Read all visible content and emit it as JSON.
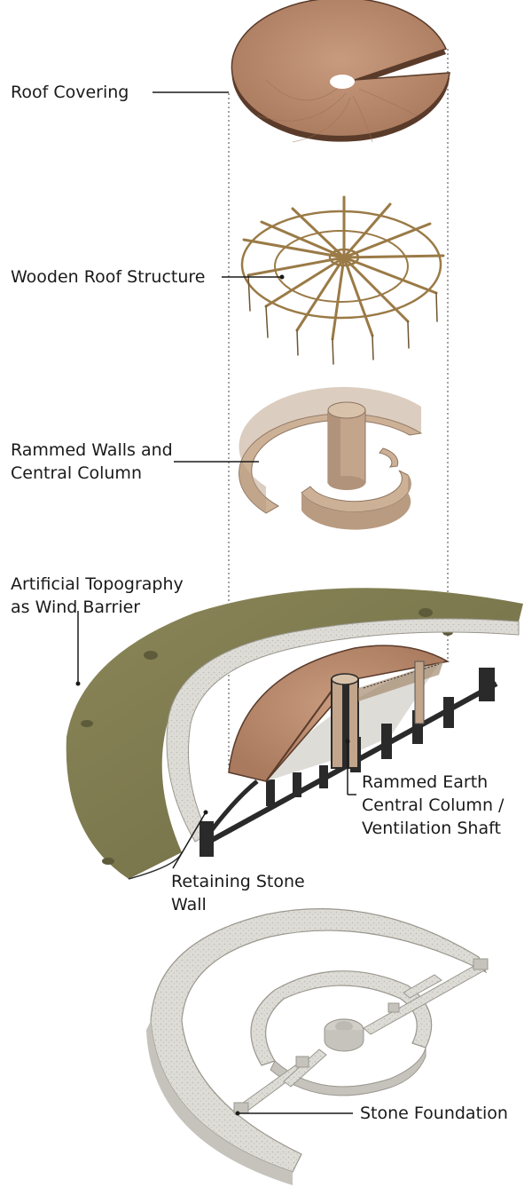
{
  "labels": {
    "roof_covering": "Roof Covering",
    "wooden_roof_structure": "Wooden Roof Structure",
    "rammed_walls": [
      "Rammed Walls and",
      "Central Column"
    ],
    "artificial_topography": [
      "Artificial Topography",
      "as Wind Barrier"
    ],
    "rammed_earth_column": [
      "Rammed Earth",
      "Central Column /",
      "Ventilation Shaft"
    ],
    "retaining_stone_wall": [
      "Retaining Stone",
      "Wall"
    ],
    "stone_foundation": "Stone Foundation"
  },
  "colors": {
    "roof": "#b98a6e",
    "roof_edge": "#5a3b2a",
    "timber": "#b8975f",
    "rammed_earth": "#c8aa8e",
    "grass": "#7d7a4e",
    "stone": "#d9d7d1",
    "dark_wall": "#2a2a2a",
    "leader": "#1a1a1a"
  }
}
